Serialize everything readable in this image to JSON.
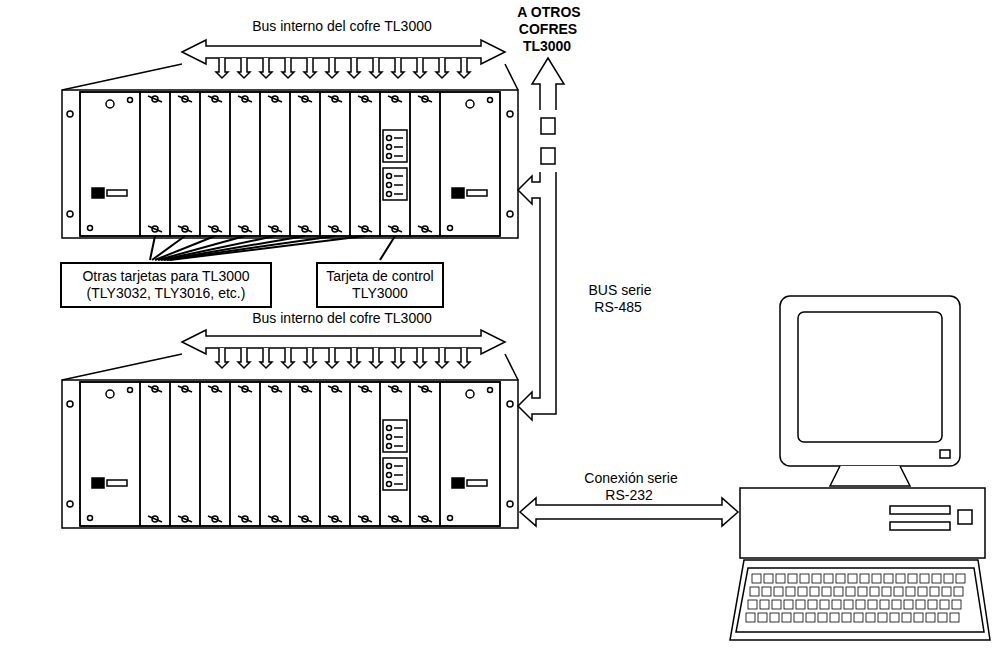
{
  "diagram": {
    "nodes": [
      {
        "text": [
          "Otras tarjetas para TL3000 (TLY3032, TLY3016, etc.)"
        ]
      },
      {
        "text": [
          "Tarjeta de control TLY3000"
        ]
      }
    ],
    "labels": [
      "A OTROS COFRES TL3000",
      "Bus interno del cofre TL3000",
      "BUS serie RS-485",
      "Bus interno del cofre TL3000",
      "Conexión serie RS-232"
    ]
  }
}
